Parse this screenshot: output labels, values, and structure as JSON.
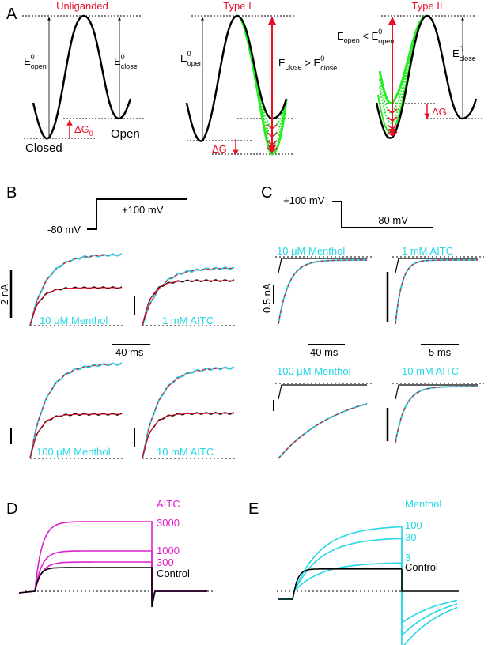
{
  "panels": {
    "A": {
      "letter": "A",
      "titles": {
        "unliganded": "Unliganded",
        "type1": "Type I",
        "type2": "Type II"
      },
      "labels": {
        "E": "E",
        "E0sup": "0",
        "open_sub": "open",
        "close_sub": "close",
        "closed_state": "Closed",
        "open_state": "Open",
        "deltaG0": "ΔG",
        "deltaG0_sub": "0",
        "deltaG": "ΔG",
        "gt": " > ",
        "lt": " < "
      }
    },
    "B": {
      "letter": "B",
      "protocol": {
        "hold": "-80 mV",
        "step": "+100 mV"
      },
      "scale_current": "2 nA",
      "scale_time": "40 ms",
      "traces": {
        "menthol10": "10 μM Menthol",
        "aitc1": "1 mM AITC",
        "menthol100": "100 μM Menthol",
        "aitc10": "10 mM AITC"
      }
    },
    "C": {
      "letter": "C",
      "protocol": {
        "step": "+100 mV",
        "hold": "-80 mV"
      },
      "scale_current": "0.5 nA",
      "scale_time_left": "40 ms",
      "scale_time_right": "5 ms",
      "traces": {
        "menthol10": "10 μM Menthol",
        "aitc1": "1 mM AITC",
        "menthol100": "100 μM Menthol",
        "aitc10": "10 mM AITC"
      }
    },
    "D": {
      "letter": "D",
      "agonist": "AITC",
      "concentrations": [
        "3000",
        "1000",
        "300",
        "Control"
      ],
      "levels": [
        1.0,
        0.58,
        0.42,
        0.34
      ]
    },
    "E": {
      "letter": "E",
      "agonist": "Menthol",
      "concentrations": [
        "100",
        "30",
        "3",
        "Control"
      ],
      "levels": [
        1.0,
        0.82,
        0.44,
        0.34
      ]
    }
  },
  "colors": {
    "red": "#e8102a",
    "cyan": "#25d8e8",
    "magenta": "#dd22cc",
    "green": "#22ee22",
    "black": "#000000"
  }
}
